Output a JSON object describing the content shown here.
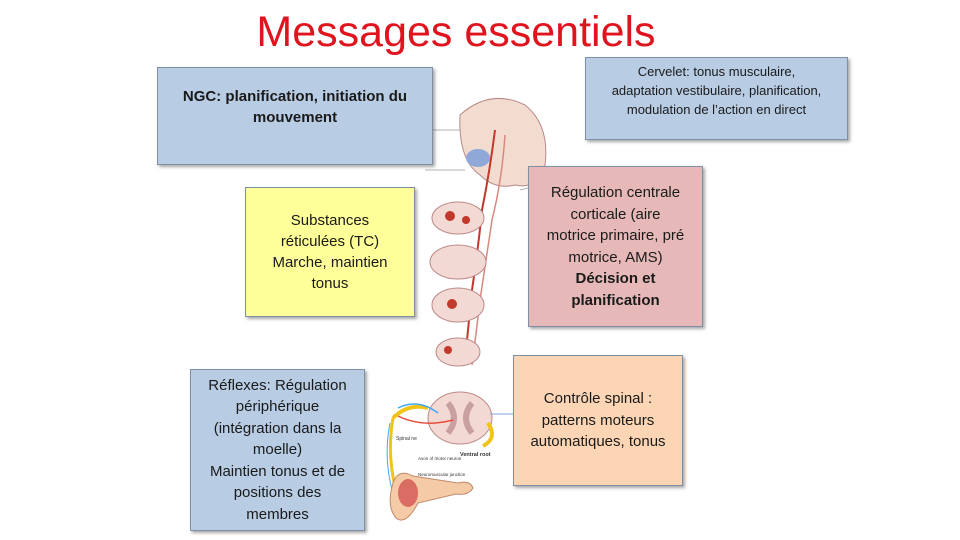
{
  "title": "Messages essentiels",
  "boxes": {
    "ngc": {
      "lines": [
        "NGC: planification, initiation du",
        "mouvement"
      ]
    },
    "cervelet": {
      "lines": [
        "Cervelet: tonus musculaire,",
        "adaptation vestibulaire, planification,",
        "modulation  de l’action en direct"
      ]
    },
    "substances": {
      "lines": [
        "Substances",
        "réticulées (TC)",
        "Marche, maintien",
        "tonus"
      ]
    },
    "regulation": {
      "lines": [
        "Régulation centrale",
        "corticale (aire",
        "motrice primaire, pré",
        "motrice, AMS)"
      ],
      "bold_lines": [
        "Décision et",
        "planification"
      ]
    },
    "reflexes": {
      "lines": [
        "Réflexes: Régulation",
        "périphérique",
        "(intégration dans la",
        "moelle)",
        "Maintien tonus et de",
        "positions des",
        "membres"
      ]
    },
    "spinal": {
      "lines": [
        "Contrôle spinal :",
        "patterns moteurs",
        "automatiques, tonus"
      ]
    }
  },
  "illustration_labels": {
    "spinal_nerve": "Spinal ne",
    "axon": "Axon of motor neuron",
    "ventral_root": "Ventral root",
    "junction": "Neuromuscular junction"
  },
  "colors": {
    "title": "#e0141e",
    "blue": "#b8cce4",
    "yellow": "#ffff99",
    "pink": "#e6b9b8",
    "orange": "#fcd5b5"
  }
}
